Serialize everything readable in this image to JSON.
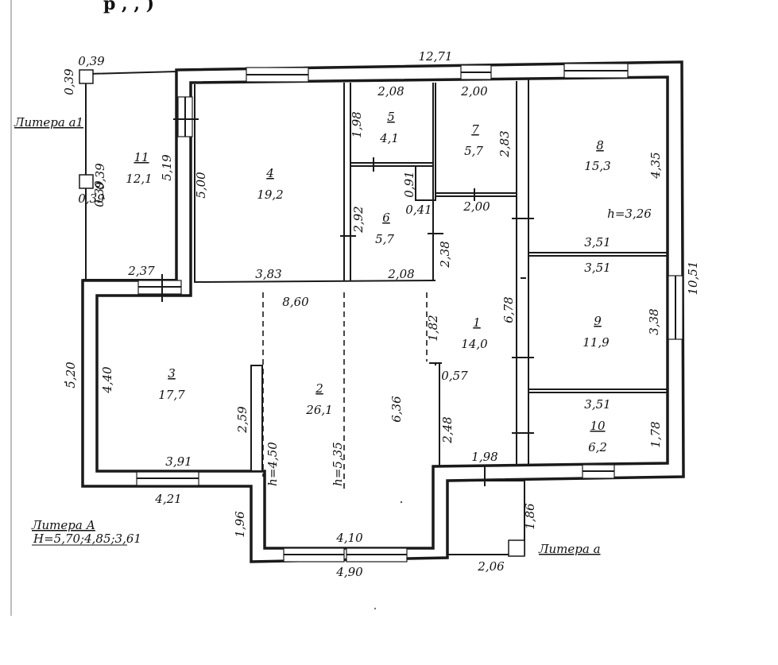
{
  "header_fragment": "р        , ,    )",
  "labels": {
    "litera_a1": "Литера а1",
    "litera_A": "Литера А",
    "litera_A_heights": "H=5,70;4,85;3,61",
    "litera_a_small": "Литера а"
  },
  "rooms": [
    {
      "number": "1",
      "area": "14,0"
    },
    {
      "number": "2",
      "area": "26,1"
    },
    {
      "number": "3",
      "area": "17,7"
    },
    {
      "number": "4",
      "area": "19,2"
    },
    {
      "number": "5",
      "area": "4,1"
    },
    {
      "number": "6",
      "area": "5,7"
    },
    {
      "number": "7",
      "area": "5,7"
    },
    {
      "number": "8",
      "area": "15,3"
    },
    {
      "number": "9",
      "area": "11,9"
    },
    {
      "number": "10",
      "area": "6,2"
    },
    {
      "number": "11",
      "area": "12,1"
    }
  ],
  "heights": {
    "room8": "h=3,26",
    "room2_left": "h=4,50",
    "room2_mid": "h=5,35"
  },
  "dimensions": {
    "top_total": "12,71",
    "corner_39_a": "0,39",
    "corner_39_b": "0,39",
    "corner_39_c": "0,39",
    "corner_39_d": "0,39",
    "corner_39_e": "0,39",
    "r11_right": "5,19",
    "r11_bottom": "2,37",
    "r4_left": "5,00",
    "r4_bottom": "3,83",
    "r5_top": "2,08",
    "r5_left": "1,98",
    "r6_left": "2,92",
    "r6_bottom": "2,08",
    "r6_notch_v": "0,91",
    "r6_notch_h": "0,41",
    "r7_top": "2,00",
    "r7_right": "2,83",
    "r7_bottom": "2,00",
    "r1_left": "2,38",
    "r1_right": "6,78",
    "r8_right": "4,35",
    "r8_bottom": "3,51",
    "r9_top": "3,51",
    "r9_right": "3,38",
    "r9_bottom": "3,51",
    "r10_right": "1,78",
    "right_total": "10,51",
    "r2_top": "8,60",
    "r2_dash": "1,82",
    "r2_mid": "6,36",
    "r2_notch": "0,57",
    "r2_left_low": "2,48",
    "r1_bottom": "1,98",
    "left_total": "5,20",
    "r3_left": "4,40",
    "r3_right": "2,59",
    "r3_bottom": "3,91",
    "r3_out_bottom": "4,21",
    "porch_left": "1,96",
    "r2_bottom_in": "4,10",
    "r2_bottom_out": "4,90",
    "porch_right": "1,86",
    "porch_bottom": "2,06"
  }
}
